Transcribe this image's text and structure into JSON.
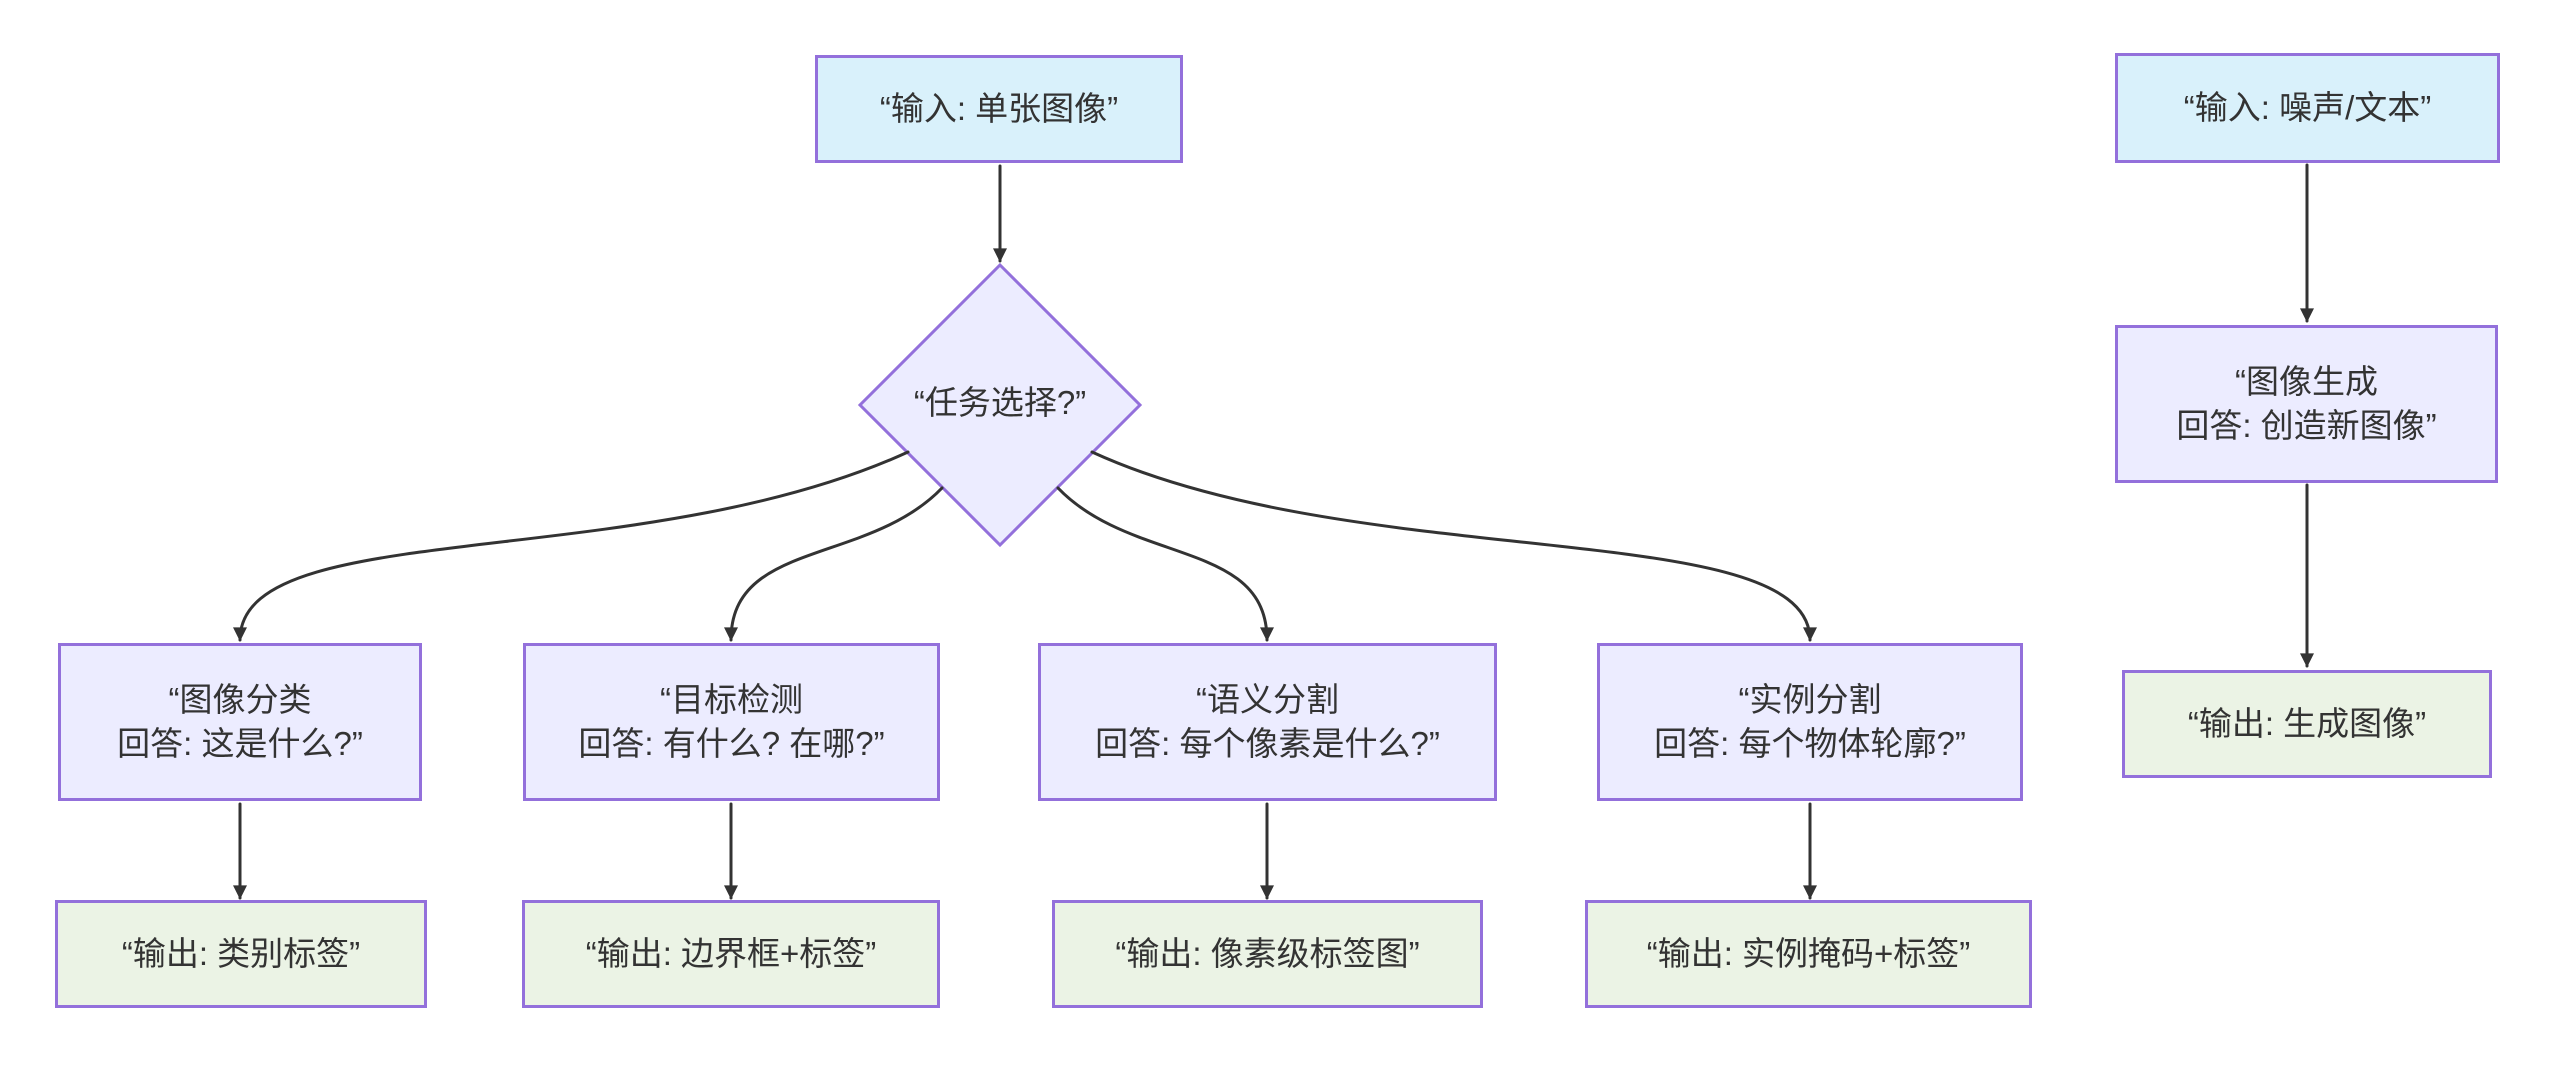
{
  "colors": {
    "background": "#ffffff",
    "node_border": "#9370DB",
    "input_fill": "#D9F1FB",
    "process_fill": "#ECECFF",
    "output_fill": "#EBF3E5",
    "edge_color": "#333333",
    "text_color": "#333333"
  },
  "nodes": {
    "input_image": {
      "lines": [
        "“输入: 单张图像”"
      ]
    },
    "task_select": {
      "lines": [
        "“任务选择?”"
      ]
    },
    "classification": {
      "lines": [
        "“图像分类",
        "回答: 这是什么?”"
      ]
    },
    "detection": {
      "lines": [
        "“目标检测",
        "回答: 有什么? 在哪?”"
      ]
    },
    "semantic_seg": {
      "lines": [
        "“语义分割",
        "回答: 每个像素是什么?”"
      ]
    },
    "instance_seg": {
      "lines": [
        "“实例分割",
        "回答: 每个物体轮廓?”"
      ]
    },
    "out_class": {
      "lines": [
        "“输出: 类别标签”"
      ]
    },
    "out_bbox": {
      "lines": [
        "“输出: 边界框+标签”"
      ]
    },
    "out_pixmap": {
      "lines": [
        "“输出: 像素级标签图”"
      ]
    },
    "out_mask": {
      "lines": [
        "“输出: 实例掩码+标签”"
      ]
    },
    "input_noise": {
      "lines": [
        "“输入: 噪声/文本”"
      ]
    },
    "generation": {
      "lines": [
        "“图像生成",
        "回答: 创造新图像”"
      ]
    },
    "out_gen": {
      "lines": [
        "“输出: 生成图像”"
      ]
    }
  }
}
